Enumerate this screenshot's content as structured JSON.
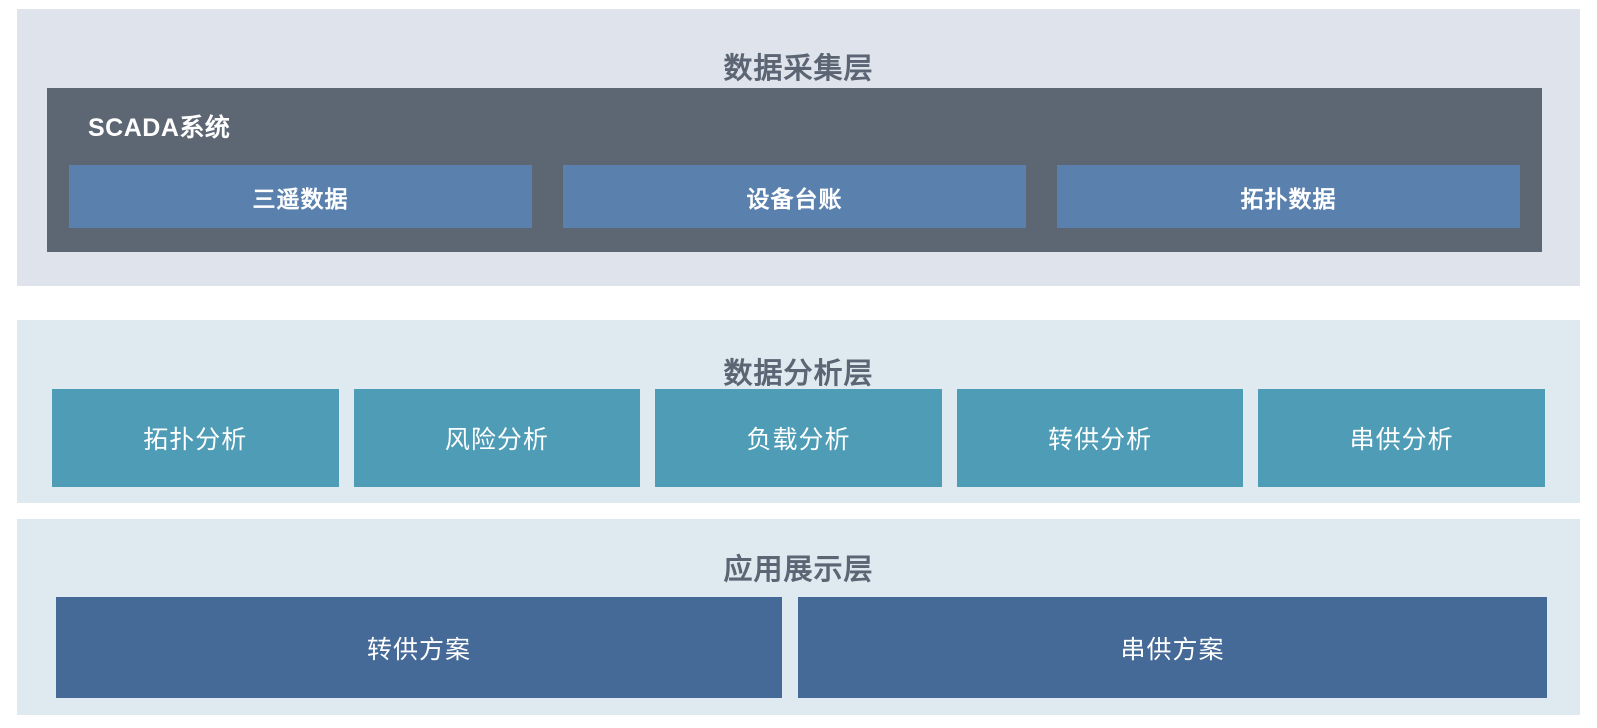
{
  "diagram": {
    "title_color": "#5b6574",
    "layers": [
      {
        "id": "collection",
        "title": "数据采集层",
        "panel_color": "#dfe3ec",
        "group": {
          "label": "SCADA系统",
          "color": "#5d6673",
          "items": [
            {
              "label": "三遥数据",
              "color": "#5a81ae"
            },
            {
              "label": "设备台账",
              "color": "#5a81ae"
            },
            {
              "label": "拓扑数据",
              "color": "#5a81ae"
            }
          ]
        }
      },
      {
        "id": "analysis",
        "title": "数据分析层",
        "panel_color": "#dfeaf0",
        "items": [
          {
            "label": "拓扑分析",
            "color": "#4e9cb6"
          },
          {
            "label": "风险分析",
            "color": "#4e9cb6"
          },
          {
            "label": "负载分析",
            "color": "#4e9cb6"
          },
          {
            "label": "转供分析",
            "color": "#4e9cb6"
          },
          {
            "label": "串供分析",
            "color": "#4e9cb6"
          }
        ]
      },
      {
        "id": "application",
        "title": "应用展示层",
        "panel_color": "#dfeaf0",
        "items": [
          {
            "label": "转供方案",
            "color": "#456a97"
          },
          {
            "label": "串供方案",
            "color": "#456a97"
          }
        ]
      }
    ]
  }
}
